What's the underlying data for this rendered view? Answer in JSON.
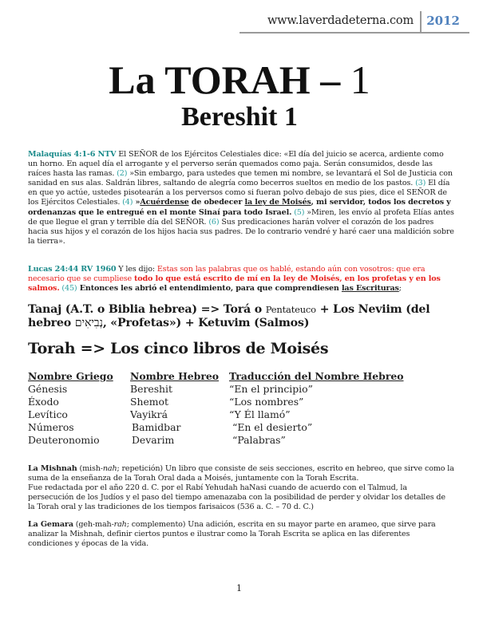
{
  "header": {
    "url": "www.laverdadeterna.com",
    "year": "2012"
  },
  "title": {
    "main": "La TORAH – ",
    "number": "1",
    "subtitle": "Bereshit 1"
  },
  "malaquias": {
    "ref": "Malaquías 4:1-6 NTV",
    "t1": " El SEÑOR de los Ejércitos Celestiales dice: «El día del juicio se acerca, ardiente como un horno. En aquel día el arrogante y el perverso serán quemados como paja. Serán consumidos, desde las raíces hasta las ramas. ",
    "v2": "(2)",
    "t2": " »Sin embargo, para ustedes que temen mi nombre, se levantará el Sol de Justicia con sanidad en sus alas. Saldrán libres, saltando de alegría como becerros sueltos en medio de los pastos. ",
    "v3": "(3)",
    "t3": " El día en que yo actúe, ustedes pisotearán a los perversos como si fueran polvo debajo de sus pies, dice el SEÑOR de los Ejércitos Celestiales. ",
    "v4": "(4)",
    "t4a": " »",
    "t4b": "Acuérdense",
    "t4c": " de obedecer ",
    "t4d": "la ley de Moisés",
    "t4e": ", mi servidor, todos los decretos y ordenanzas que le entregué en el monte Sinaí para todo Israel.",
    "v5": "(5)",
    "t5": " »Miren, les envío al profeta Elías antes de que llegue el gran y terrible día del SEÑOR. ",
    "v6": "(6)",
    "t6": " Sus predicaciones harán volver el corazón de los padres hacia sus hijos y el corazón de los hijos hacia sus padres. De lo contrario vendré y haré caer una maldición sobre la tierra»."
  },
  "lucas": {
    "ref": "Lucas 24:44 RV 1960",
    "t1": " Y les dijo: ",
    "t2": "Estas son las palabras que os hablé, estando aún con vosotros: que era necesario que se cumpliese ",
    "t3": "todo lo que está escrito de mí en la ley de Moisés, en los profetas y en los salmos.",
    "v45": "(45)",
    "t4": " Entonces les abrió el entendimiento, para que comprendiesen ",
    "t5": "las Escrituras",
    "t6": ";"
  },
  "tanaj": {
    "a": "Tanaj (A.T. o Biblia hebrea) => Torá o ",
    "b": "Pentateuco",
    "c": " + Los Neviim (del hebreo ",
    "hebrew": "נְבִיאִים",
    "d": ", «Profetas») + Ketuvim (Salmos)"
  },
  "torah_heading": "Torah => Los cinco libros de Moisés",
  "books_table": {
    "headers": [
      "Nombre Griego",
      "Nombre Hebreo",
      "Traducción del Nombre Hebreo"
    ],
    "rows": [
      [
        "Génesis",
        "Bereshit",
        "“En el principio”"
      ],
      [
        "Éxodo",
        "Shemot",
        "“Los nombres”"
      ],
      [
        "Levítico",
        "Vayikrá",
        "“Y Él llamó”"
      ],
      [
        "Números",
        "Bamidbar",
        "“En el desierto”"
      ],
      [
        "Deuteronomio",
        "Devarim",
        "“Palabras”"
      ]
    ]
  },
  "mishnah": {
    "term": "La Mishnah",
    "pron_a": " (mish-",
    "pron_b": "nah",
    "t1": "; repetición) Un libro que consiste de seis secciones, escrito en hebreo, que sirve como la suma de la enseñanza de la Torah Oral dada a Moisés, juntamente con la Torah Escrita.",
    "t2": "Fue redactada por el año 220 d. C. por el Rabí Yehudah haNasi cuando de acuerdo con el Talmud, la persecución de los Judíos y el paso del tiempo amenazaba con la posibilidad de perder y olvidar los detalles de la Torah oral y las tradiciones de los tiempos farisaicos (536 a. C. – 70 d. C.)"
  },
  "gemara": {
    "term": "La Gemara",
    "pron_a": " (geh-mah-",
    "pron_b": "rah",
    "t1": "; complemento) Una adición, escrita en su mayor parte en arameo, que sirve para analizar la Mishnah, definir ciertos puntos e ilustrar como la Torah Escrita se aplica en las diferentes condiciones y épocas de la vida."
  },
  "page_number": "1"
}
